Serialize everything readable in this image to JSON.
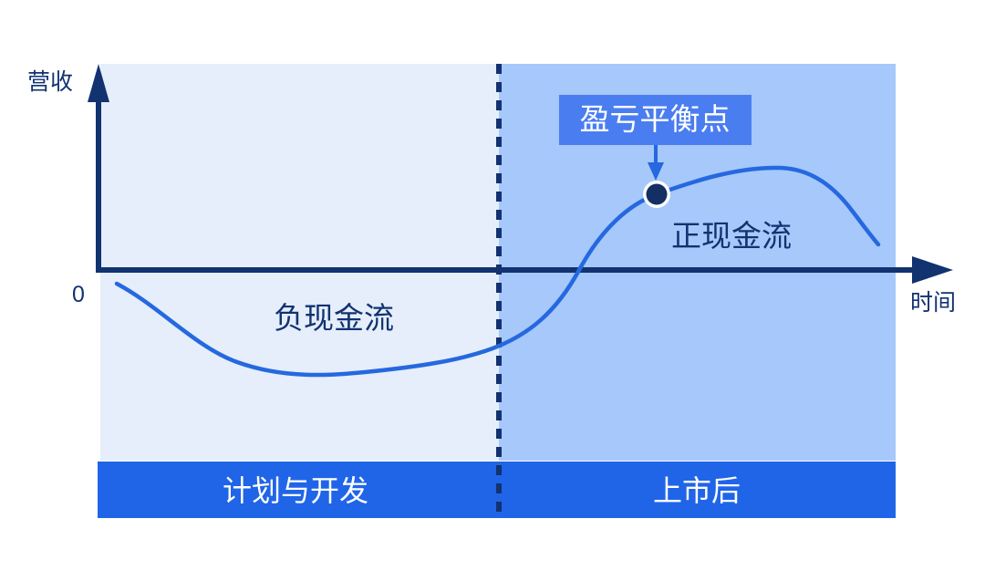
{
  "chart_data": {
    "type": "line",
    "title": "",
    "subtitle": "",
    "xlabel": "时间",
    "ylabel": "营收",
    "zero_tick_label": "0",
    "grid": false,
    "legend_position": "none",
    "xlim": [
      0,
      100
    ],
    "ylim": [
      -60,
      60
    ],
    "series": [
      {
        "name": "现金流",
        "color": "#2568E0",
        "points": [
          {
            "x": 2,
            "y": -8
          },
          {
            "x": 10,
            "y": -38
          },
          {
            "x": 20,
            "y": -55
          },
          {
            "x": 33,
            "y": -63
          },
          {
            "x": 45,
            "y": -58
          },
          {
            "x": 52,
            "y": -44
          },
          {
            "x": 58,
            "y": -22
          },
          {
            "x": 62,
            "y": 0
          },
          {
            "x": 70,
            "y": 45
          },
          {
            "x": 78,
            "y": 62
          },
          {
            "x": 88,
            "y": 68
          },
          {
            "x": 95,
            "y": 52
          },
          {
            "x": 100,
            "y": 20
          }
        ]
      }
    ],
    "annotations": [
      {
        "name": "break-even-point",
        "label": "盈亏平衡点",
        "x": 70,
        "y": 45,
        "marker": "filled-circle"
      },
      {
        "name": "negative-cash-flow-region",
        "label": "负现金流"
      },
      {
        "name": "positive-cash-flow-region",
        "label": "正现金流"
      }
    ],
    "phases": [
      {
        "name": "planning-and-development",
        "label": "计划与开发",
        "x_start": 0,
        "x_end": 50
      },
      {
        "name": "post-launch",
        "label": "上市后",
        "x_start": 50,
        "x_end": 100
      }
    ],
    "divider": {
      "name": "launch-divider",
      "x": 50,
      "style": "dashed"
    }
  },
  "axes": {
    "y_label": "营收",
    "x_label": "时间",
    "zero_label": "0"
  },
  "regions": {
    "negative_label": "负现金流",
    "positive_label": "正现金流"
  },
  "callout": {
    "break_even_label": "盈亏平衡点"
  },
  "phases": {
    "left_label": "计划与开发",
    "right_label": "上市后"
  },
  "colors": {
    "background": "#ffffff",
    "band_left": "#E5EEFA",
    "band_right": "#A6C8FA",
    "phase_bar": "#2065E8",
    "axis": "#123270",
    "curve": "#2568E0",
    "callout_box": "#4A7DF0",
    "marker_fill": "#132F63",
    "marker_ring": "#ffffff",
    "divider": "#123270",
    "text_dark": "#123270",
    "text_light": "#ffffff"
  }
}
